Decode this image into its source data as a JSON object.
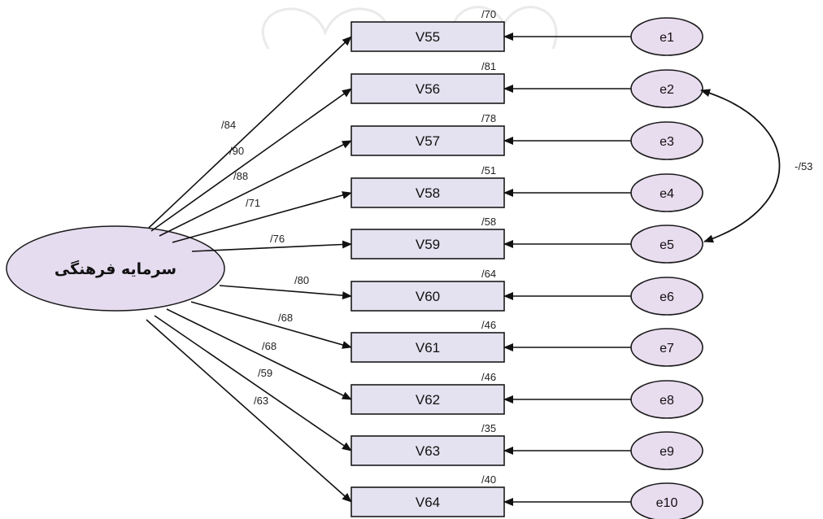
{
  "latent": {
    "label": "سرمایه فرهنگی"
  },
  "indicators": [
    {
      "name": "V55",
      "r2": "/70",
      "loading": "/84",
      "error": "e1"
    },
    {
      "name": "V56",
      "r2": "/81",
      "loading": "/90",
      "error": "e2"
    },
    {
      "name": "V57",
      "r2": "/78",
      "loading": "/88",
      "error": "e3"
    },
    {
      "name": "V58",
      "r2": "/51",
      "loading": "/71",
      "error": "e4"
    },
    {
      "name": "V59",
      "r2": "/58",
      "loading": "/76",
      "error": "e5"
    },
    {
      "name": "V60",
      "r2": "/64",
      "loading": "/80",
      "error": "e6"
    },
    {
      "name": "V61",
      "r2": "/46",
      "loading": "/68",
      "error": "e7"
    },
    {
      "name": "V62",
      "r2": "/46",
      "loading": "/68",
      "error": "e8"
    },
    {
      "name": "V63",
      "r2": "/35",
      "loading": "/59",
      "error": "e9"
    },
    {
      "name": "V64",
      "r2": "/40",
      "loading": "/63",
      "error": "e10"
    }
  ],
  "error_covariance": {
    "from": "e2",
    "to": "e5",
    "value": "-/53"
  },
  "colors": {
    "box_fill": "#e4e1f0",
    "circle_fill": "#e8dcef",
    "latent_fill": "#e6dcf0",
    "stroke": "#1a1a1a"
  }
}
